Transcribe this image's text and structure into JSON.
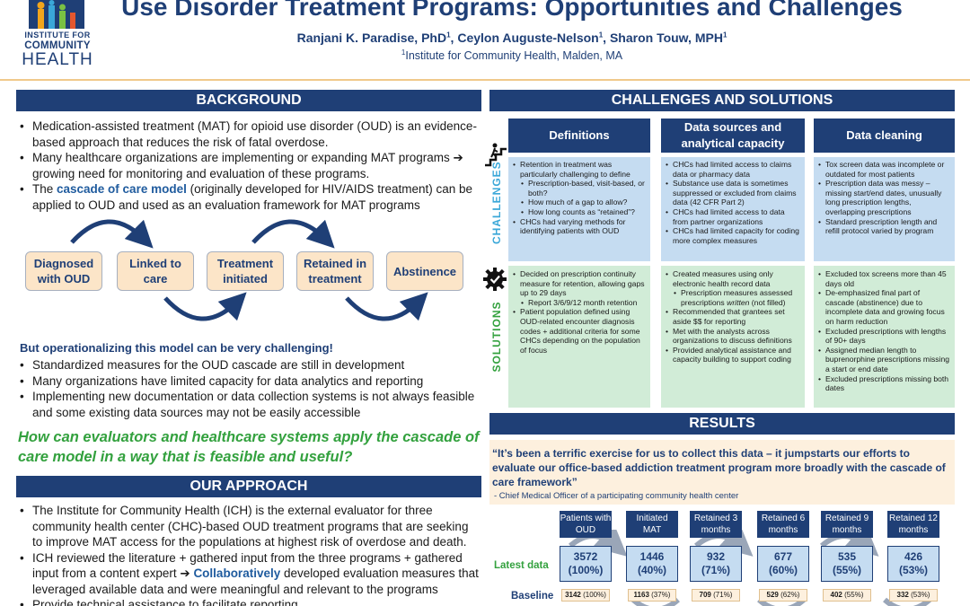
{
  "logo": {
    "line1": "INSTITUTE FOR",
    "line2": "COMMUNITY",
    "line3": "HEALTH"
  },
  "header": {
    "title": "Use Disorder Treatment Programs: Opportunities and Challenges",
    "authors": [
      "Ranjani K. Paradise, PhD",
      "Ceylon Auguste-Nelson",
      "Sharon Touw, MPH"
    ],
    "author_sup": "1",
    "affiliation_sup": "1",
    "affiliation": "Institute for Community Health, Malden, MA"
  },
  "background": {
    "heading": "BACKGROUND",
    "bullet1": "Medication-assisted treatment (MAT) for opioid use disorder (OUD) is an evidence-based approach that reduces the risk of fatal overdose.",
    "bullet2a": "Many healthcare organizations are implementing or expanding MAT programs",
    "bullet2b": "growing need for monitoring and evaluation of these programs.",
    "bullet3a": "The ",
    "bullet3_highlight": "cascade of care model",
    "bullet3b": " (originally developed for HIV/AIDS treatment) can be applied to OUD and used as an evaluation framework for MAT programs",
    "cascade": [
      "Diagnosed with OUD",
      "Linked to care",
      "Treatment initiated",
      "Retained in treatment",
      "Abstinence"
    ],
    "challenge_title": "But operationalizing this model can be very challenging!",
    "challenge_bullets": [
      "Standardized measures for the OUD cascade are still in development",
      "Many organizations have limited capacity for data analytics and reporting",
      "Implementing new documentation or data collection systems is not always feasible and some existing data sources may not be easily accessible"
    ],
    "question": "How can evaluators and healthcare systems apply the cascade of care model in a way that is feasible and useful?"
  },
  "approach": {
    "heading": "OUR APPROACH",
    "bullet1": "The Institute for Community Health (ICH) is the external evaluator for three community health center (CHC)-based OUD treatment programs that are seeking to improve MAT access for the populations at highest risk of overdose and death.",
    "bullet2a": "ICH reviewed the literature + gathered input from the three programs + gathered input from a content expert",
    "bullet2_highlight": "Collaboratively",
    "bullet2b": " developed evaluation measures that leveraged available data and were meaningful and relevant to the programs",
    "bullet3": "Provide technical assistance to facilitate reporting"
  },
  "challenges": {
    "heading": "CHALLENGES AND SOLUTIONS",
    "row_challenges": "CHALLENGES",
    "row_solutions": "SOLUTIONS",
    "columns": [
      "Definitions",
      "Data sources and analytical capacity",
      "Data cleaning"
    ],
    "c1": {
      "b1": "Retention in treatment was particularly challenging to define",
      "s1": "Prescription-based, visit-based, or both?",
      "s2": "How much of a gap to allow?",
      "s3": "How long counts as “retained”?",
      "b2": "CHCs had varying methods for identifying patients with OUD"
    },
    "c2": {
      "b1": "CHCs had limited access to claims data or pharmacy data",
      "b2": "Substance use data is sometimes suppressed or excluded from claims data (42 CFR Part 2)",
      "b3": "CHCs had limited access to data from partner organizations",
      "b4": "CHCs had limited capacity for coding more complex measures"
    },
    "c3": {
      "b1": "Tox screen data was incomplete or outdated for most patients",
      "b2": "Prescription data was messy – missing start/end dates, unusually long prescription lengths, overlapping prescriptions",
      "b3": "Standard prescription length and refill protocol varied by program"
    },
    "s1": {
      "b1": "Decided on prescription continuity measure for retention, allowing gaps up to 29 days",
      "s1": "Report 3/6/9/12 month retention",
      "b2": "Patient population defined using OUD-related encounter diagnosis codes + additional criteria for some CHCs depending on the population of focus"
    },
    "s2": {
      "b1": "Created measures using only electronic health record data",
      "s1a": "Prescription measures assessed prescriptions ",
      "s1_em": "written",
      "s1b": " (not filled)",
      "b2": "Recommended that grantees set aside $$ for reporting",
      "b3": "Met with the analysts across organizations to discuss definitions",
      "b4": "Provided analytical assistance and capacity building to support coding"
    },
    "s3": {
      "b1": "Excluded tox screens more than 45 days old",
      "b2": "De-emphasized final part of cascade (abstinence) due to incomplete data and growing focus on harm reduction",
      "b3": "Excluded prescriptions with lengths of 90+ days",
      "b4": "Assigned median length to buprenorphine prescriptions missing a start or end date",
      "b5": "Excluded prescriptions missing both dates"
    }
  },
  "results": {
    "heading": "RESULTS",
    "quote": "“It’s been a terrific exercise for us to collect this data – it jumpstarts our efforts to evaluate our office-based addiction treatment program more broadly with the cascade of care framework”",
    "attribution": "-  Chief Medical Officer of a participating community health center",
    "row_latest": "Latest data",
    "row_baseline": "Baseline",
    "columns": [
      {
        "label": "Patients with OUD",
        "latest": "3572",
        "latest_pct": "(100%)",
        "base": "3142",
        "base_pct": "(100%)"
      },
      {
        "label": "Initiated MAT",
        "latest": "1446",
        "latest_pct": "(40%)",
        "base": "1163",
        "base_pct": "(37%)"
      },
      {
        "label": "Retained 3 months",
        "latest": "932",
        "latest_pct": "(71%)",
        "base": "709",
        "base_pct": "(71%)"
      },
      {
        "label": "Retained 6 months",
        "latest": "677",
        "latest_pct": "(60%)",
        "base": "529",
        "base_pct": "(62%)"
      },
      {
        "label": "Retained 9 months",
        "latest": "535",
        "latest_pct": "(55%)",
        "base": "402",
        "base_pct": "(55%)"
      },
      {
        "label": "Retained 12 months",
        "latest": "426",
        "latest_pct": "(53%)",
        "base": "332",
        "base_pct": "(53%)"
      }
    ]
  },
  "colors": {
    "navy": "#1f3f76",
    "green": "#33a13e",
    "light_blue": "#c5dcf1",
    "light_green": "#d1ecd7",
    "peach": "#fce5c8"
  }
}
